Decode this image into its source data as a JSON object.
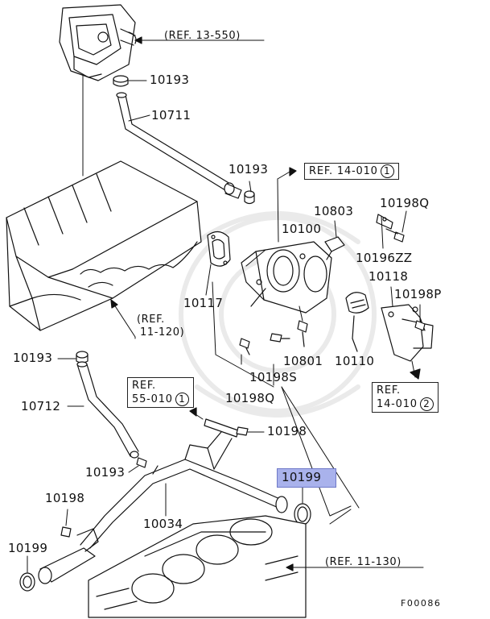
{
  "parts": {
    "p10193_top": "10193",
    "p10711": "10711",
    "p10193_mid": "10193",
    "p10803": "10803",
    "p10198Q_top": "10198Q",
    "p10100": "10100",
    "p10196ZZ": "10196ZZ",
    "p10117": "10117",
    "p10118": "10118",
    "p10198P": "10198P",
    "p10193_left": "10193",
    "p10801": "10801",
    "p10110": "10110",
    "p10198S": "10198S",
    "p10198Q_bottom": "10198Q",
    "p10712": "10712",
    "p10198_right": "10198",
    "p10199_highlight": "10199",
    "p10193_bottom": "10193",
    "p10198_left": "10198",
    "p10034": "10034",
    "p10199_left": "10199"
  },
  "refs": {
    "ref_13_550": "(REF. 13-550)",
    "ref_11_120_a": "(REF.",
    "ref_11_120_b": "11-120)",
    "ref_11_130": "(REF. 11-130)",
    "ref_14_010_1_text": "REF. 14-010",
    "ref_14_010_1_num": "1",
    "ref_55_010_a": "REF.",
    "ref_55_010_b": "55-010",
    "ref_55_010_num": "1",
    "ref_14_010_2_a": "REF.",
    "ref_14_010_2_b": "14-010",
    "ref_14_010_2_num": "2"
  },
  "footer": {
    "diagram_code": "F00086"
  },
  "colors": {
    "highlight": "#a9b2ec",
    "line": "#111111"
  }
}
